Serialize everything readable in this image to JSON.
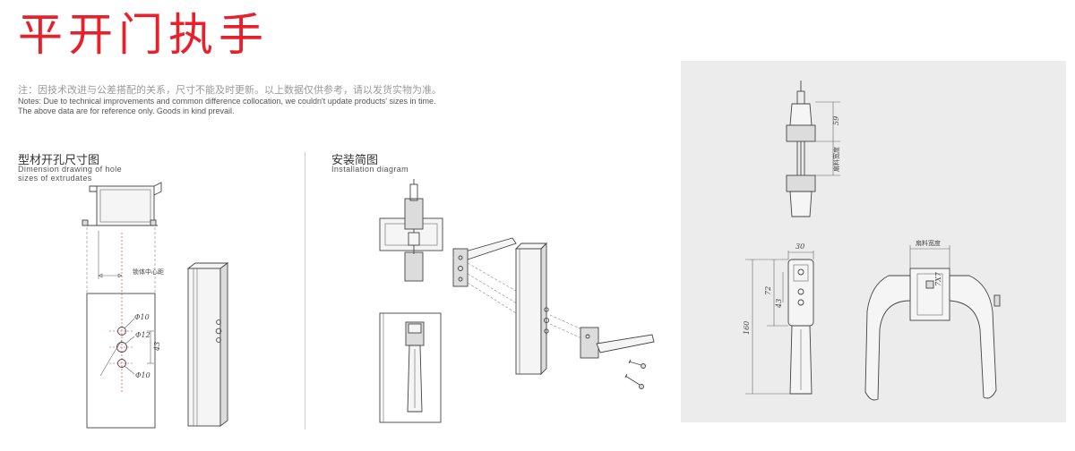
{
  "header": {
    "title": "平开门执手",
    "note_cn": "注：因技术改进与公差搭配的关系，尺寸不能及时更新。以上数据仅供参考，请以发货实物为准。",
    "note_en_line1": "Notes: Due to technical improvements and common difference collocation, we couldn't update products' sizes in time.",
    "note_en_line2": "The above data are for reference only. Goods in kind prevail."
  },
  "section_profile": {
    "title_cn": "型材开孔尺寸图",
    "title_en_line1": "Dimension drawing of hole",
    "title_en_line2": "sizes of extrudates",
    "center_distance_label": "锁体中心距",
    "dim_phi10_top": "Φ10",
    "dim_phi12": "Φ12",
    "dim_phi10_bottom": "Φ10",
    "dim_43": "43"
  },
  "section_install": {
    "title_cn": "安装简图",
    "title_en": "Installation diagram"
  },
  "section_product": {
    "dim_59": "59",
    "label_width_vertical": "扇料宽度",
    "dim_30": "30",
    "dim_72": "72",
    "dim_160": "160",
    "dim_43": "43",
    "label_width_top": "扇料宽度",
    "dim_7x7": "7X7"
  },
  "colors": {
    "title_red": "#e8202a",
    "panel_gray": "#ececec"
  }
}
